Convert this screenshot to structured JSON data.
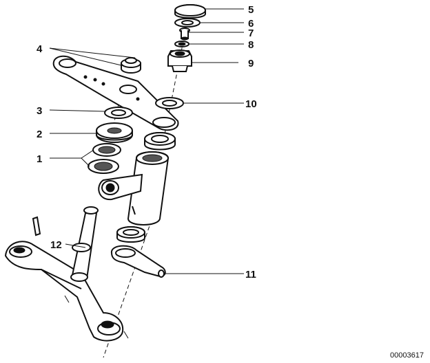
{
  "diagram": {
    "callouts": [
      {
        "id": "c1",
        "text": "1"
      },
      {
        "id": "c2",
        "text": "2"
      },
      {
        "id": "c3",
        "text": "3"
      },
      {
        "id": "c4",
        "text": "4"
      },
      {
        "id": "c5",
        "text": "5"
      },
      {
        "id": "c6",
        "text": "6"
      },
      {
        "id": "c7",
        "text": "7"
      },
      {
        "id": "c8",
        "text": "8"
      },
      {
        "id": "c9",
        "text": "9"
      },
      {
        "id": "c10",
        "text": "10"
      },
      {
        "id": "c11",
        "text": "11"
      },
      {
        "id": "c12",
        "text": "12"
      }
    ],
    "document_number": "00003617"
  }
}
